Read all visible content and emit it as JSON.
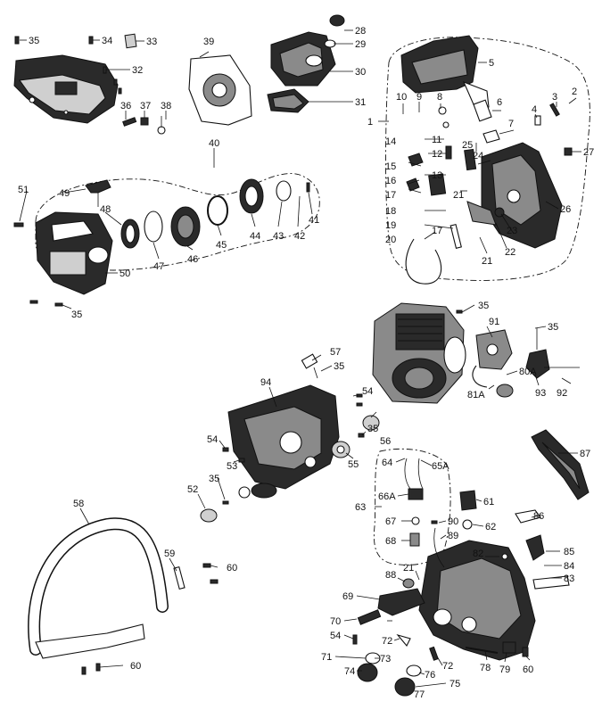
{
  "part_numbers": [
    "1",
    "2",
    "3",
    "4",
    "5",
    "6",
    "7",
    "8",
    "9",
    "10",
    "11",
    "12",
    "13",
    "14",
    "15",
    "16",
    "17",
    "17",
    "18",
    "19",
    "20",
    "21",
    "21",
    "21",
    "22",
    "23",
    "24",
    "25",
    "26",
    "27",
    "28",
    "29",
    "30",
    "31",
    "32",
    "33",
    "34",
    "35",
    "35",
    "35",
    "35",
    "35",
    "35",
    "35",
    "36",
    "37",
    "38",
    "39",
    "40",
    "41",
    "42",
    "43",
    "44",
    "45",
    "46",
    "47",
    "48",
    "49",
    "50",
    "51",
    "52",
    "53",
    "54",
    "54",
    "54",
    "55",
    "56",
    "57",
    "58",
    "59",
    "60",
    "60",
    "60",
    "61",
    "62",
    "63",
    "64",
    "65A",
    "66A",
    "67",
    "68",
    "69",
    "70",
    "71",
    "72",
    "72",
    "73",
    "74",
    "75",
    "76",
    "77",
    "78",
    "79",
    "80A",
    "81A",
    "82",
    "83",
    "84",
    "85",
    "86",
    "87",
    "88",
    "89",
    "90",
    "91",
    "92",
    "93",
    "94"
  ]
}
